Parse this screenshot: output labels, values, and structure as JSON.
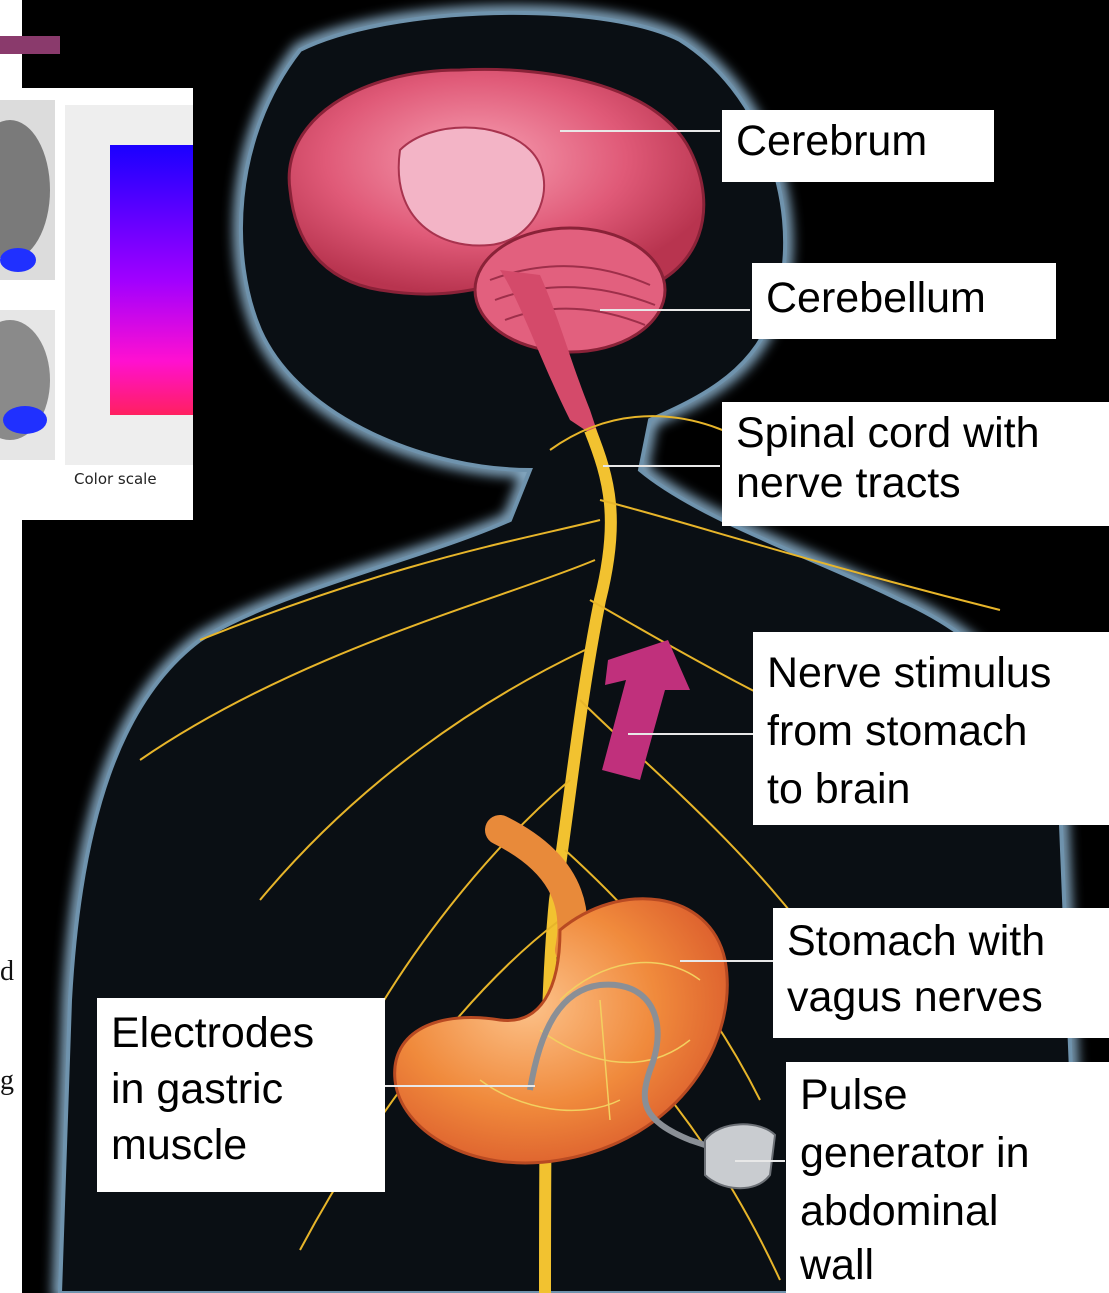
{
  "labels": {
    "cerebrum": "Cerebrum",
    "cerebellum": "Cerebellum",
    "spinal_line1": "Spinal cord with",
    "spinal_line2": "nerve tracts",
    "nerve_line1": "Nerve stimulus",
    "nerve_line2": "from stomach",
    "nerve_line3": "to brain",
    "stomach_line1": "Stomach with",
    "stomach_line2": "vagus nerves",
    "electrodes_line1": "Electrodes",
    "electrodes_line2": "in gastric",
    "electrodes_line3": "muscle",
    "pulse_line1": "Pulse",
    "pulse_line2": "generator in",
    "pulse_line3": "abdominal",
    "pulse_line4": "wall"
  },
  "inset": {
    "scale_caption": "Color scale"
  },
  "fragments": {
    "frag_d": "d",
    "frag_g": "g"
  },
  "colors": {
    "background": "#000000",
    "body_glow": "#7fa7c4",
    "brain": "#e05a78",
    "nerves": "#f2c230",
    "stomach": "#f08a3c",
    "arrow": "#c0307c",
    "accent_bar": "#8a3a6c"
  }
}
